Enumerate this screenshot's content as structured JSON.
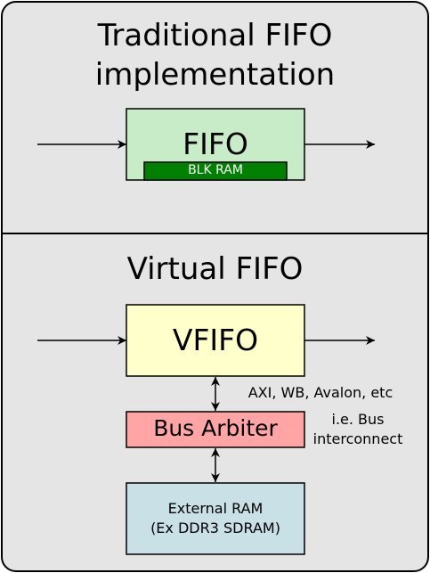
{
  "traditional": {
    "title_line1": "Traditional FIFO",
    "title_line2": "implementation",
    "fifo_label": "FIFO",
    "blkram_label": "BLK RAM"
  },
  "virtual": {
    "title": "Virtual FIFO",
    "vfifo_label": "VFIFO",
    "bus_arbiter_label": "Bus Arbiter",
    "bus_types": "AXI, WB, Avalon, etc",
    "interconnect_line1": "i.e. Bus",
    "interconnect_line2": "interconnect",
    "external_ram_line1": "External RAM",
    "external_ram_line2": "(Ex DDR3 SDRAM)"
  },
  "colors": {
    "background": "#e5e5e5",
    "fifo_fill": "#c8ecc8",
    "blkram_fill": "#008000",
    "vfifo_fill": "#ffffcc",
    "bus_arbiter_fill": "#ffa5a5",
    "external_ram_fill": "#c8e0e6"
  }
}
